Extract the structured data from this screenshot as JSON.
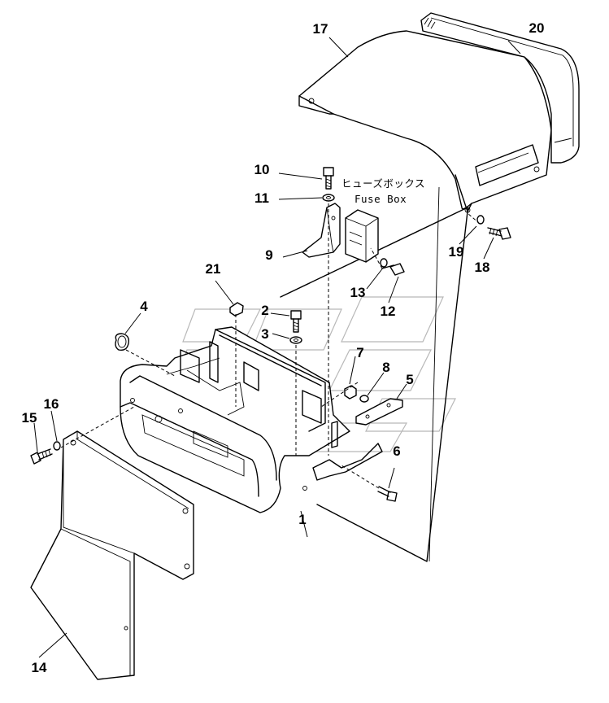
{
  "diagram": {
    "note": {
      "jp": "ヒューズボックス",
      "en": "Fuse Box"
    },
    "callouts": [
      {
        "id": "1",
        "label": "1"
      },
      {
        "id": "2",
        "label": "2"
      },
      {
        "id": "3",
        "label": "3"
      },
      {
        "id": "4",
        "label": "4"
      },
      {
        "id": "5",
        "label": "5"
      },
      {
        "id": "6",
        "label": "6"
      },
      {
        "id": "7",
        "label": "7"
      },
      {
        "id": "8",
        "label": "8"
      },
      {
        "id": "9",
        "label": "9"
      },
      {
        "id": "10",
        "label": "10"
      },
      {
        "id": "11",
        "label": "11"
      },
      {
        "id": "12",
        "label": "12"
      },
      {
        "id": "13",
        "label": "13"
      },
      {
        "id": "14",
        "label": "14"
      },
      {
        "id": "15",
        "label": "15"
      },
      {
        "id": "16",
        "label": "16"
      },
      {
        "id": "17",
        "label": "17"
      },
      {
        "id": "18",
        "label": "18"
      },
      {
        "id": "19",
        "label": "19"
      },
      {
        "id": "20",
        "label": "20"
      },
      {
        "id": "21",
        "label": "21"
      }
    ]
  }
}
